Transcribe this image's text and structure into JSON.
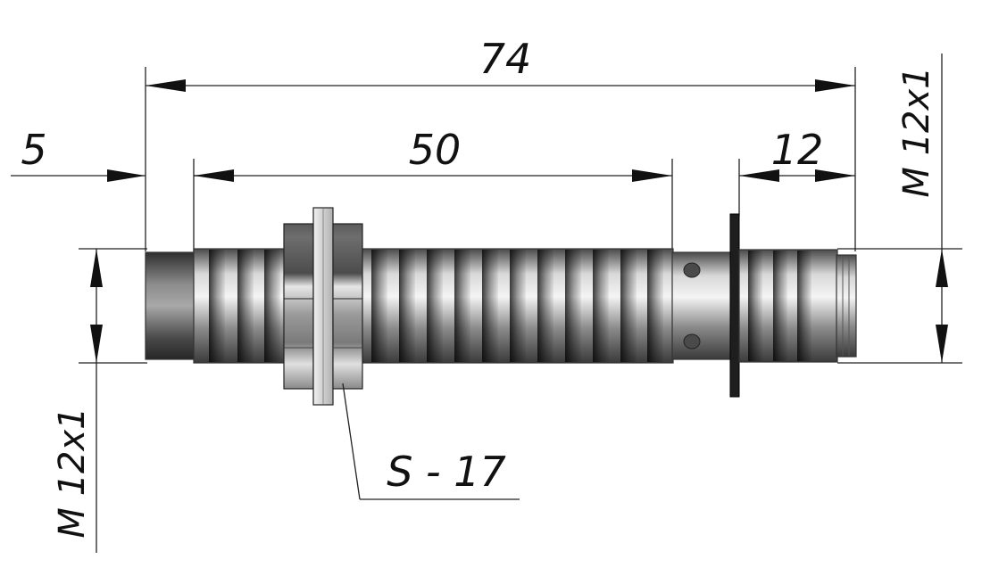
{
  "dimensions": {
    "overall_length": "74",
    "rear_offset": "5",
    "thread_length": "50",
    "front_thread": "12",
    "thread_right": "M 12x1",
    "thread_left": "M 12x1",
    "nut_size": "S - 17"
  },
  "colors": {
    "line": "#111111",
    "metal_dark": "#3a3a3a",
    "metal_light": "#e6e6e6",
    "washer": "#1e1e1e"
  }
}
